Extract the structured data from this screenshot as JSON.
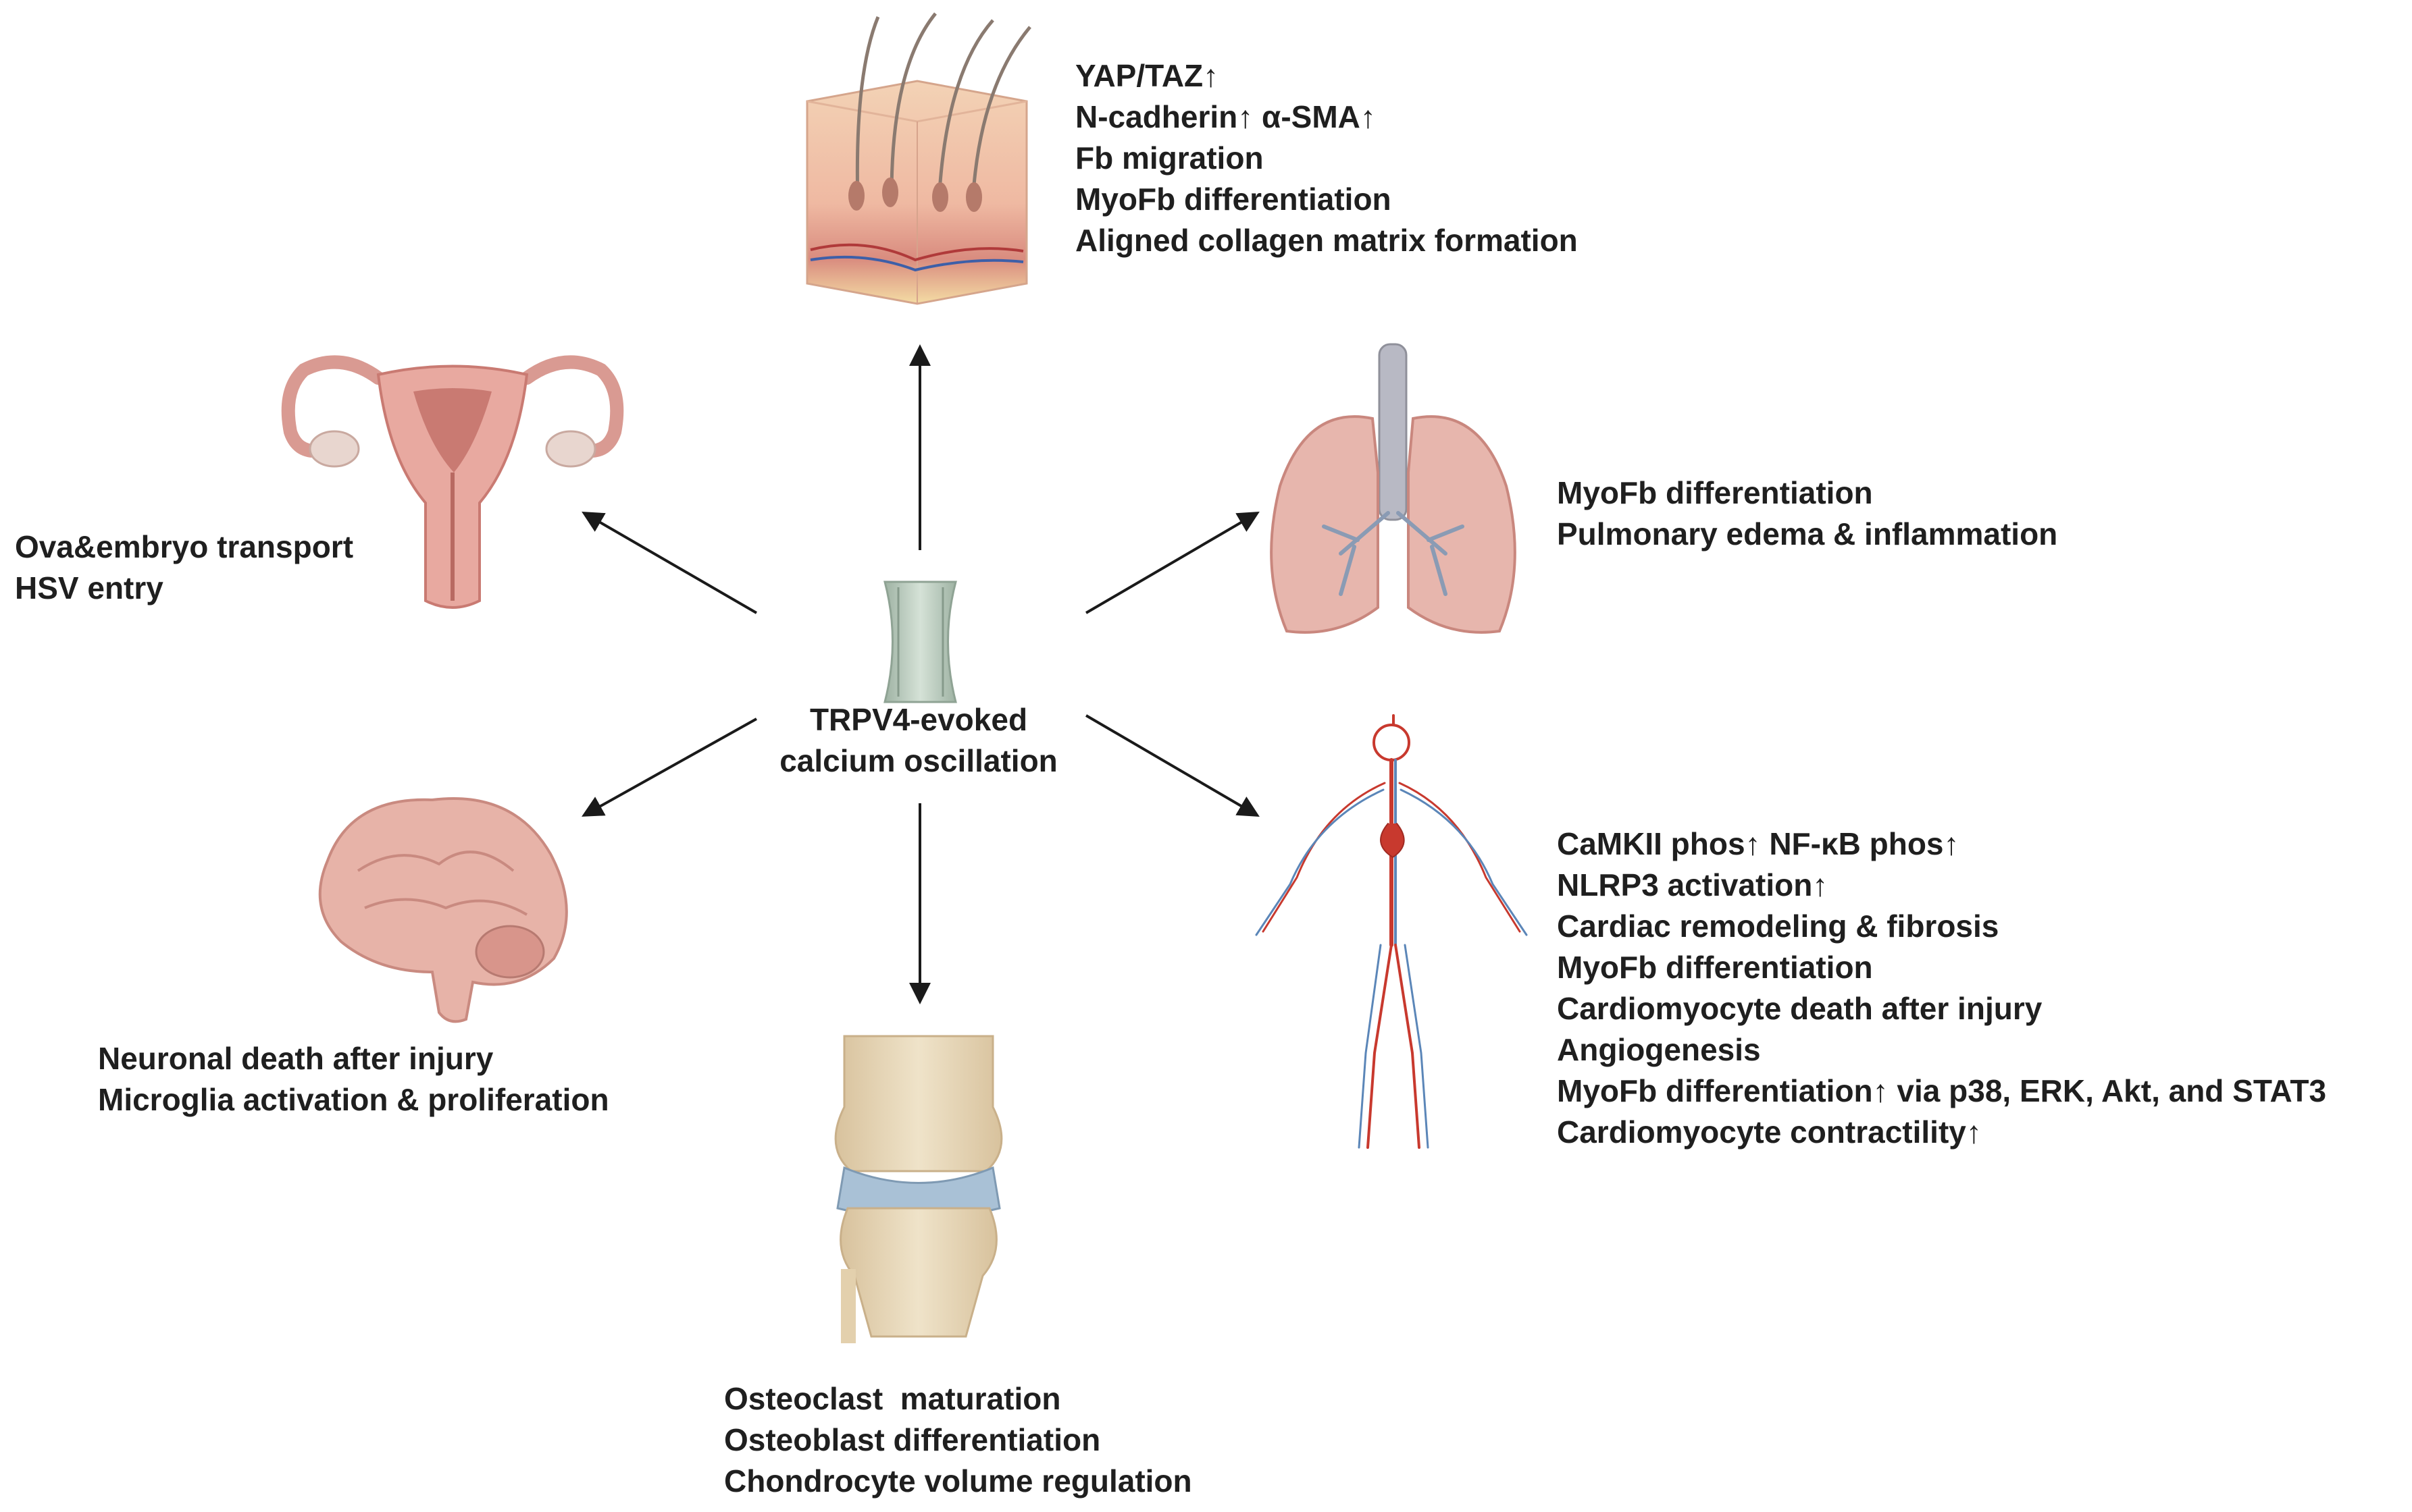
{
  "center": {
    "label_lines": [
      "TRPV4-evoked",
      "calcium oscillation"
    ],
    "icon": "ion-channel-icon"
  },
  "skin": {
    "icon": "skin-layers-icon",
    "lines": [
      "YAP/TAZ↑",
      "N-cadherin↑ α-SMA↑",
      "Fb migration",
      "MyoFb differentiation",
      "Aligned collagen matrix formation"
    ]
  },
  "uterus": {
    "icon": "uterus-icon",
    "lines": [
      "Ova&embryo transport",
      "HSV entry"
    ]
  },
  "lungs": {
    "icon": "lungs-icon",
    "lines": [
      "MyoFb differentiation",
      "Pulmonary edema & inflammation"
    ]
  },
  "brain": {
    "icon": "brain-icon",
    "lines": [
      "Neuronal death after injury",
      "Microglia activation & proliferation"
    ]
  },
  "bone": {
    "icon": "knee-joint-icon",
    "lines": [
      "Osteoclast  maturation",
      "Osteoblast differentiation",
      "Chondrocyte volume regulation"
    ]
  },
  "cardio": {
    "icon": "circulatory-system-icon",
    "lines": [
      "CaMKII phos↑ NF-κB phos↑",
      "NLRP3 activation↑",
      "Cardiac remodeling & fibrosis",
      "MyoFb differentiation",
      "Cardiomyocyte death after injury",
      "Angiogenesis",
      "MyoFb differentiation↑ via p38, ERK, Akt, and STAT3",
      "Cardiomyocyte contractility↑"
    ]
  },
  "colors": {
    "arrow": "#1a1a1a",
    "text": "#1f1f1f",
    "organ_pink": "#e8a9a0",
    "organ_dark": "#c97a72",
    "channel_green": "#b9ccbd",
    "skin_tan": "#f1c9a5",
    "bone_beige": "#e6d3b3",
    "cartilage_blue": "#a9c1d6",
    "artery_red": "#c8392e",
    "vein_blue": "#5b86b8"
  }
}
